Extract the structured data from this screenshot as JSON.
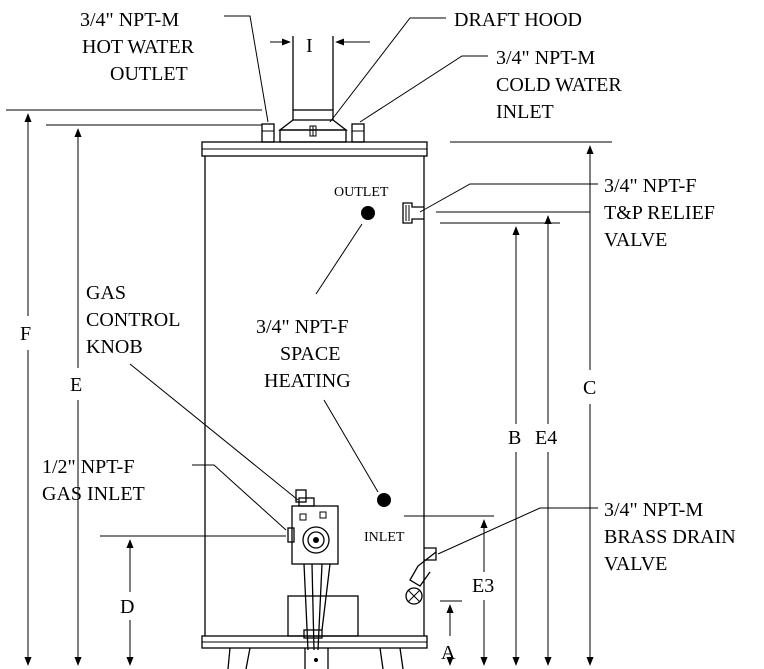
{
  "labels": {
    "hot_outlet": [
      "3/4\" NPT-M",
      "HOT WATER",
      "OUTLET"
    ],
    "draft_hood": "DRAFT HOOD",
    "cold_inlet": [
      "3/4\" NPT-M",
      "COLD WATER",
      "INLET"
    ],
    "dim_i": "I",
    "outlet": "OUTLET",
    "tp_valve": [
      "3/4\" NPT-F",
      "T&P RELIEF",
      "VALVE"
    ],
    "gas_knob": [
      "GAS",
      "CONTROL",
      "KNOB"
    ],
    "space_heating": [
      "3/4\" NPT-F",
      "SPACE",
      "HEATING"
    ],
    "gas_inlet": [
      "1/2\" NPT-F",
      "GAS INLET"
    ],
    "inlet": "INLET",
    "drain_valve": [
      "3/4\" NPT-M",
      "BRASS DRAIN",
      "VALVE"
    ],
    "dim_f": "F",
    "dim_e": "E",
    "dim_c": "C",
    "dim_b": "B",
    "dim_e4": "E4",
    "dim_d": "D",
    "dim_e3": "E3",
    "dim_a": "A"
  }
}
